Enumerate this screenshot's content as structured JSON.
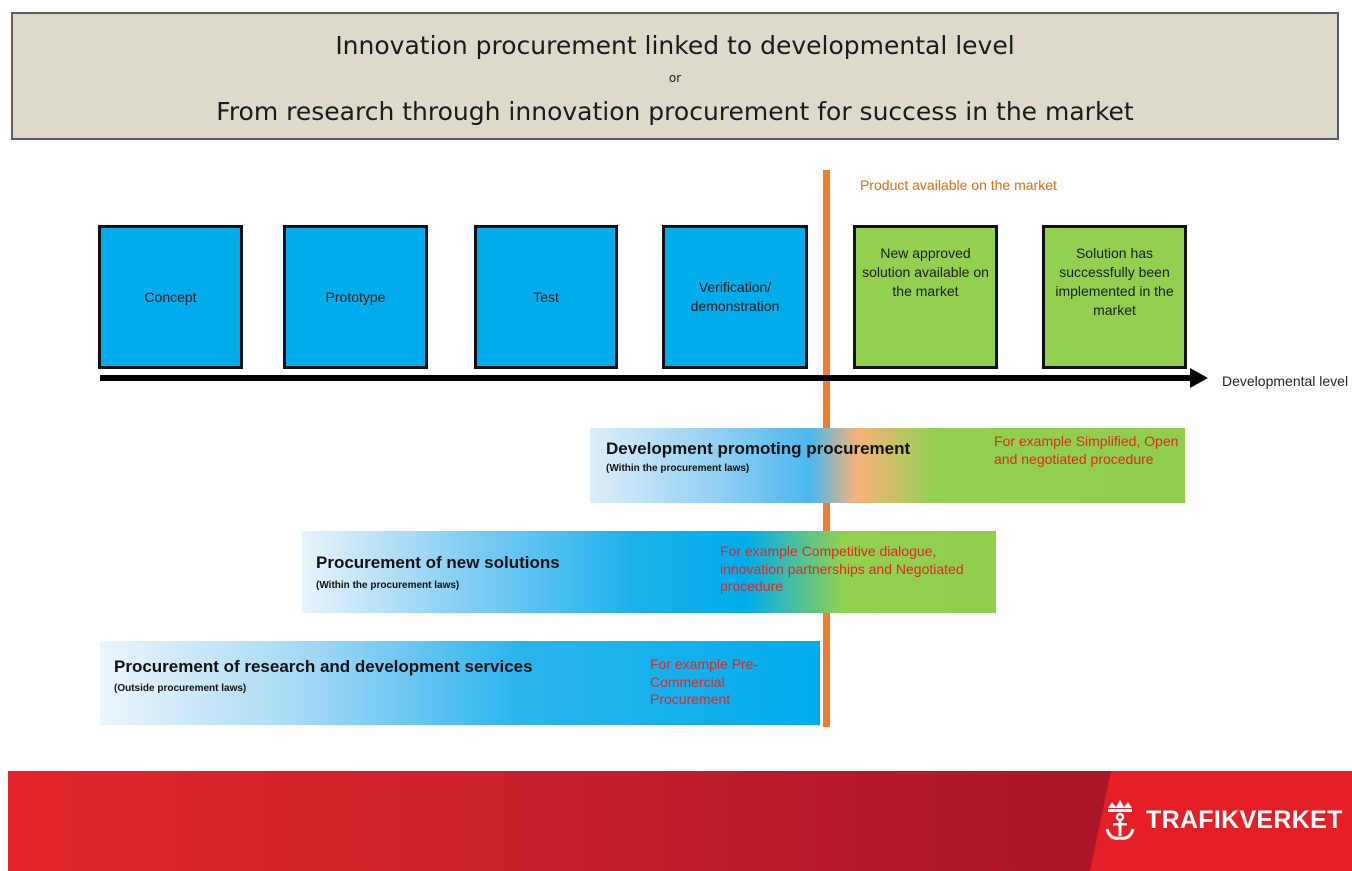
{
  "header": {
    "title_line1": "Innovation procurement linked to developmental level",
    "or": "or",
    "title_line2": "From research through innovation procurement for success in the market"
  },
  "stages": [
    {
      "label": "Concept",
      "color": "#00adec"
    },
    {
      "label": "Prototype",
      "color": "#00adec"
    },
    {
      "label": "Test",
      "color": "#00adec"
    },
    {
      "label": "Verification/ demonstration",
      "color": "#00adec"
    },
    {
      "label": "New approved solution available on the market",
      "color": "#92d050"
    },
    {
      "label": "Solution has successfully been implemented in the market",
      "color": "#92d050"
    }
  ],
  "axis_label": "Developmental level",
  "market_label": "Product available on the market",
  "bands": [
    {
      "title": "Development promoting procurement",
      "subtitle": "(Within the procurement laws)",
      "note": "For example Simplified, Open and negotiated procedure"
    },
    {
      "title": "Procurement of new solutions",
      "subtitle": "(Within the procurement laws)",
      "note": "For example Competitive dialogue, innovation partnerships and Negotiated procedure"
    },
    {
      "title": "Procurement of research and development services",
      "subtitle": "(Outside procurement laws)",
      "note": "For example Pre-Commercial Procurement"
    }
  ],
  "footer": {
    "logo_text": "TRAFIKVERKET",
    "logo_icon": "crown-anchor-icon"
  },
  "colors": {
    "accent_orange": "#ed7d31",
    "note_red": "#e8231e",
    "stage_blue": "#00adec",
    "stage_green": "#92d050",
    "footer_red": "#e2242a"
  }
}
